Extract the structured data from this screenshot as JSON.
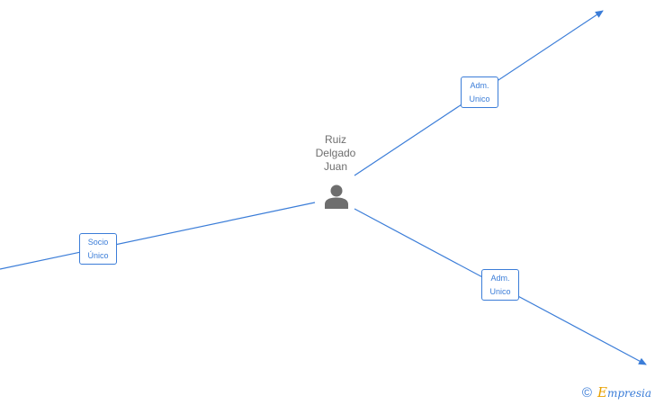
{
  "person": {
    "name_lines": [
      "Ruiz",
      "Delgado",
      "Juan"
    ],
    "icon": "person-icon"
  },
  "relations": [
    {
      "id": "adm-top",
      "lines": [
        "Adm.",
        "Unico"
      ]
    },
    {
      "id": "adm-bottom",
      "lines": [
        "Adm.",
        "Unico"
      ]
    },
    {
      "id": "socio",
      "lines": [
        "Socio",
        "Único"
      ]
    }
  ],
  "footer": {
    "copyright_symbol": "©",
    "brand_first": "E",
    "brand_rest": "mpresia"
  },
  "colors": {
    "edge": "#3b7dd8",
    "person_icon": "#6e6e6e",
    "text_gray": "#6e6e6e",
    "brand_accent": "#e8a100"
  }
}
